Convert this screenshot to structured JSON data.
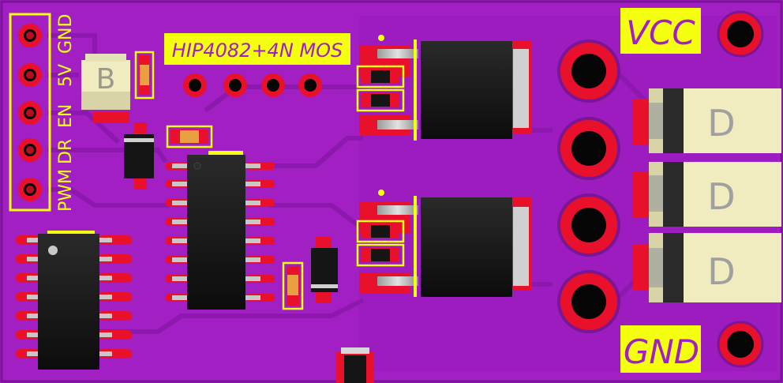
{
  "board": {
    "title": "HIP4082+4N MOS",
    "vcc_label": "VCC",
    "gnd_label": "GND"
  },
  "header_pins": {
    "labels": [
      "GND",
      "5V",
      "EN",
      "DR",
      "PWM"
    ]
  },
  "diode_marks": [
    "D",
    "D",
    "D"
  ],
  "connector_mark": "B",
  "colors": {
    "board": "#a21fc4",
    "board_dark": "#8a1aa8",
    "copper": "#e8102a",
    "silkscreen": "#f5ff10",
    "ic_body": "#141414",
    "pad_silver": "#c8c8c8",
    "diode_body": "#f0ecc0"
  }
}
